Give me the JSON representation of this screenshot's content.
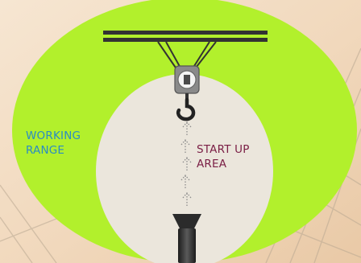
{
  "labels": {
    "working_range": [
      "WORKING",
      "RANGE"
    ],
    "start_up_area": [
      "START UP",
      "AREA"
    ]
  },
  "colors": {
    "working_range_fill": "#b2f02c",
    "start_up_fill": "#ebe6dc",
    "background": "#f2dcc4",
    "working_range_text": "#2a8bc4",
    "start_up_text": "#7a1e45",
    "rail": "#333333",
    "hook": "#222222"
  },
  "icons": [
    "crane-rail-icon",
    "pulley-icon",
    "hook-icon",
    "arrow-up-icon",
    "load-weight-icon"
  ]
}
